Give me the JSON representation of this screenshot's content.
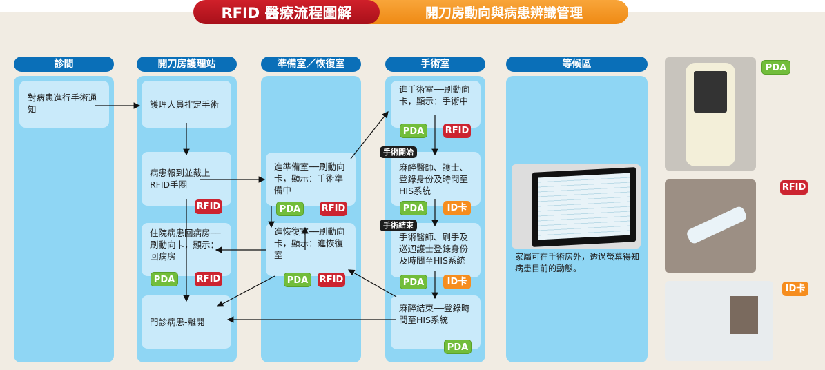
{
  "title": {
    "main": "RFID 醫療流程圖解",
    "sub": "開刀房動向與病患辨識管理"
  },
  "columns": [
    {
      "label": "診間"
    },
    {
      "label": "開刀房護理站"
    },
    {
      "label": "準備室／恢復室"
    },
    {
      "label": "手術室"
    },
    {
      "label": "等候區"
    }
  ],
  "steps": {
    "clinic_notify": "對病患進行手術通知",
    "schedule": "護理人員排定手術",
    "checkin": "病患報到並戴上RFID手圈",
    "ward_return": "住院病患回病房──刷動向卡，顯示：回病房",
    "outpatient_leave": "門診病患-離開",
    "prep_enter": "進準備室──刷動向卡，顯示：手術準備中",
    "recovery_enter": "進恢復室──刷動向卡，顯示：進恢復室",
    "or_enter": "進手術室──刷動向卡，顯示：手術中",
    "anesth_login": "麻醉醫師、護士、登錄身份及時間至HIS系統",
    "surgeon_login": "手術醫師、刷手及巡迴護士登錄身份及時間至HIS系統",
    "anesth_end": "麻醉結束──登錄時間至HIS系統"
  },
  "labels": {
    "start": "手術開始",
    "end": "手術結束"
  },
  "tags": {
    "pda": "PDA",
    "rfid": "RFID",
    "id": "ID卡"
  },
  "waiting_note": "家屬可在手術房外，透過螢幕得知病患目前的動態。"
}
